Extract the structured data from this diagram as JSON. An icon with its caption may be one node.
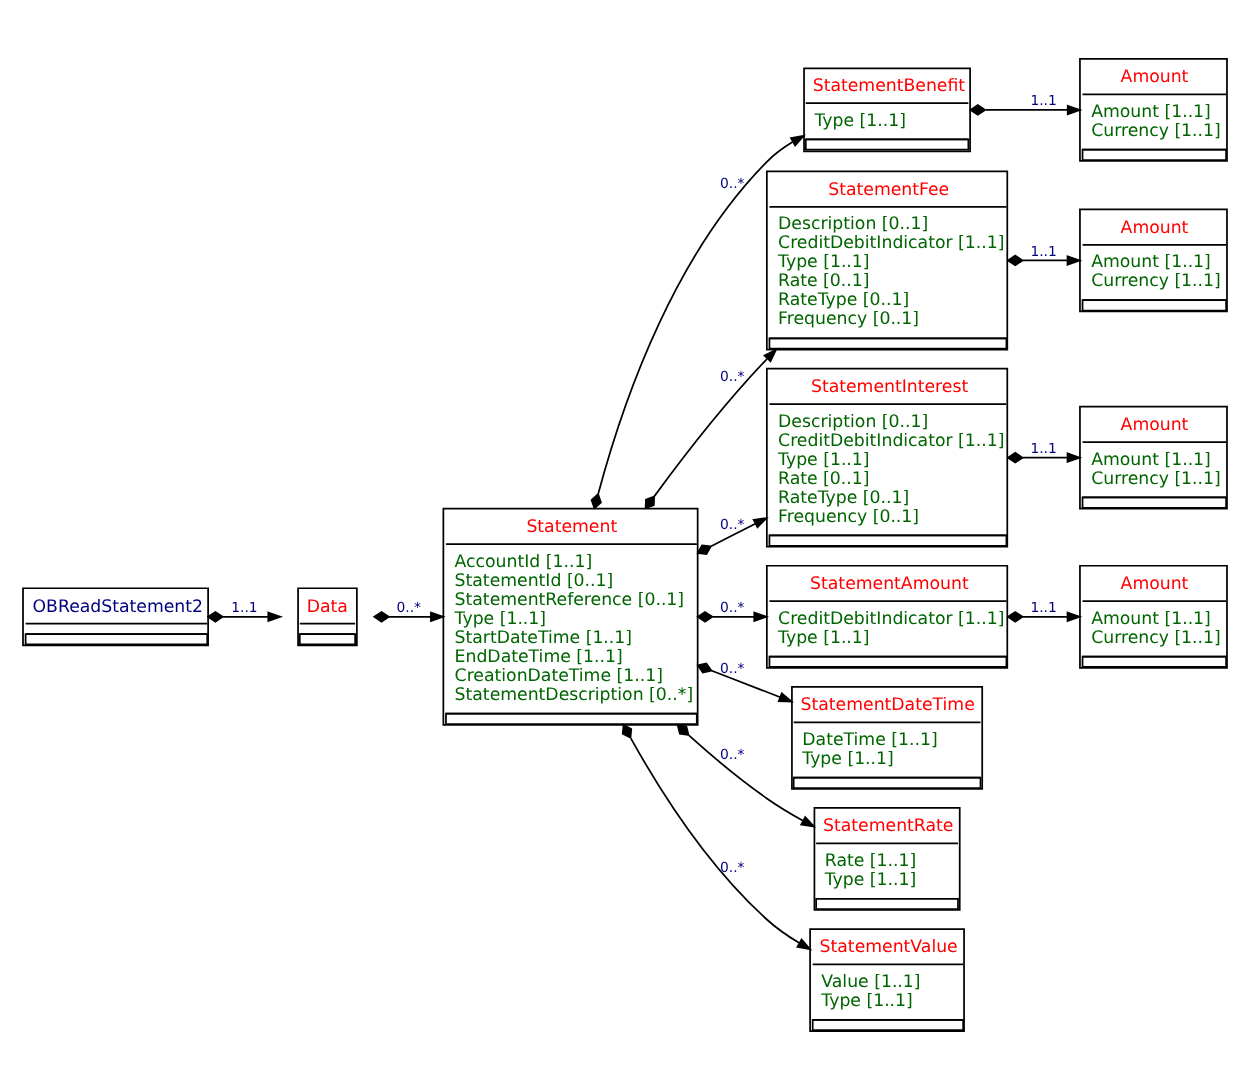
{
  "diagram": {
    "nodes": [
      {
        "text": [
          "OBReadStatement2"
        ]
      },
      {
        "text": [
          "Data"
        ]
      },
      {
        "text": [
          "Statement",
          "AccountId [1..1]",
          "StatementId [0..1]",
          "StatementReference [0..1]",
          "Type [1..1]",
          "StartDateTime [1..1]",
          "EndDateTime [1..1]",
          "CreationDateTime [1..1]",
          "StatementDescription [0..*]"
        ]
      },
      {
        "text": [
          "StatementBenefit",
          "Type [1..1]"
        ]
      },
      {
        "text": [
          "Amount",
          "Amount [1..1]",
          "Currency [1..1]"
        ]
      },
      {
        "text": [
          "StatementFee",
          "Description [0..1]",
          "CreditDebitIndicator [1..1]",
          "Type [1..1]",
          "Rate [0..1]",
          "RateType [0..1]",
          "Frequency [0..1]"
        ]
      },
      {
        "text": [
          "Amount",
          "Amount [1..1]",
          "Currency [1..1]"
        ]
      },
      {
        "text": [
          "StatementInterest",
          "Description [0..1]",
          "CreditDebitIndicator [1..1]",
          "Type [1..1]",
          "Rate [0..1]",
          "RateType [0..1]",
          "Frequency [0..1]"
        ]
      },
      {
        "text": [
          "Amount",
          "Amount [1..1]",
          "Currency [1..1]"
        ]
      },
      {
        "text": [
          "StatementAmount",
          "CreditDebitIndicator [1..1]",
          "Type [1..1]"
        ]
      },
      {
        "text": [
          "Amount",
          "Amount [1..1]",
          "Currency [1..1]"
        ]
      },
      {
        "text": [
          "StatementDateTime",
          "DateTime [1..1]",
          "Type [1..1]"
        ]
      },
      {
        "text": [
          "StatementRate",
          "Rate [1..1]",
          "Type [1..1]"
        ]
      },
      {
        "text": [
          "StatementValue",
          "Value [1..1]",
          "Type [1..1]"
        ]
      }
    ],
    "edges": [
      {
        "from": 0,
        "to": 1,
        "arrow": "to",
        "label": "1..1"
      },
      {
        "from": 1,
        "to": 2,
        "arrow": "to",
        "label": "0..*"
      },
      {
        "from": 2,
        "to": 3,
        "arrow": "to",
        "label": "0..*"
      },
      {
        "from": 3,
        "to": 4,
        "arrow": "to",
        "label": "1..1"
      },
      {
        "from": 2,
        "to": 5,
        "arrow": "to",
        "label": "0..*"
      },
      {
        "from": 5,
        "to": 6,
        "arrow": "to",
        "label": "1..1"
      },
      {
        "from": 2,
        "to": 7,
        "arrow": "to",
        "label": "0..*"
      },
      {
        "from": 7,
        "to": 8,
        "arrow": "to",
        "label": "1..1"
      },
      {
        "from": 2,
        "to": 9,
        "arrow": "to",
        "label": "0..*"
      },
      {
        "from": 9,
        "to": 10,
        "arrow": "to",
        "label": "1..1"
      },
      {
        "from": 2,
        "to": 11,
        "arrow": "to",
        "label": "0..*"
      },
      {
        "from": 2,
        "to": 12,
        "arrow": "to",
        "label": "0..*"
      },
      {
        "from": 2,
        "to": 13,
        "arrow": "to",
        "label": "0..*"
      }
    ]
  }
}
